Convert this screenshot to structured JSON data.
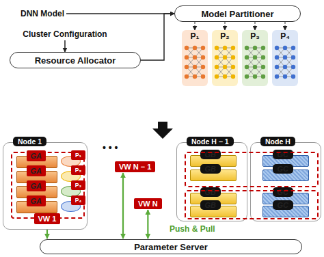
{
  "diagram": {
    "nodes": [
      {
        "text": [
          "DNN Model"
        ]
      },
      {
        "text": [
          "Model Partitioner"
        ]
      },
      {
        "text": [
          "Cluster Configuration"
        ]
      },
      {
        "text": [
          "Resource Allocator"
        ]
      },
      {
        "text": [
          "P₁"
        ]
      },
      {
        "text": [
          "P₂"
        ]
      },
      {
        "text": [
          "P₃"
        ]
      },
      {
        "text": [
          "P₄"
        ]
      },
      {
        "text": [
          "Node 1"
        ]
      },
      {
        "text": [
          "VW 1"
        ],
        "in": 8
      },
      {
        "text": [
          "GA"
        ],
        "in": 9
      },
      {
        "text": [
          "GA"
        ],
        "in": 9
      },
      {
        "text": [
          "GA"
        ],
        "in": 9
      },
      {
        "text": [
          "GA"
        ],
        "in": 9
      },
      {
        "text": [
          "P₁"
        ],
        "in": 9
      },
      {
        "text": [
          "P₂"
        ],
        "in": 9
      },
      {
        "text": [
          "P₃"
        ],
        "in": 9
      },
      {
        "text": [
          "P₄"
        ],
        "in": 9
      },
      {
        "text": [
          "Node H − 1"
        ]
      },
      {
        "text": [
          "GB"
        ],
        "in": 18
      },
      {
        "text": [
          "GB"
        ],
        "in": 18
      },
      {
        "text": [
          "GB"
        ],
        "in": 18
      },
      {
        "text": [
          "GB"
        ],
        "in": 18
      },
      {
        "text": [
          "Node H"
        ]
      },
      {
        "text": [
          "GC"
        ],
        "in": 23
      },
      {
        "text": [
          "GC"
        ],
        "in": 23
      },
      {
        "text": [
          "GC"
        ],
        "in": 23
      },
      {
        "text": [
          "GC"
        ],
        "in": 23
      },
      {
        "text": [
          "VW N − 1"
        ]
      },
      {
        "text": [
          "VW N"
        ]
      },
      {
        "text": [
          "Parameter Server"
        ]
      }
    ],
    "edges": [
      {
        "from": 0,
        "to": 1,
        "arrow": "to"
      },
      {
        "from": 3,
        "to": 1,
        "arrow": "to"
      },
      {
        "from": 2,
        "to": 3,
        "arrow": "to"
      },
      {
        "from": 1,
        "to": 4,
        "arrow": "to"
      },
      {
        "from": 1,
        "to": 5,
        "arrow": "to"
      },
      {
        "from": 1,
        "to": 6,
        "arrow": "to"
      },
      {
        "from": 1,
        "to": 7,
        "arrow": "to"
      },
      {
        "from": 14,
        "to": 15,
        "arrow": "to"
      },
      {
        "from": 15,
        "to": 16,
        "arrow": "to"
      },
      {
        "from": 16,
        "to": 17,
        "arrow": "to"
      },
      {
        "from": 9,
        "to": 30,
        "arrow": "both"
      },
      {
        "from": 28,
        "to": 30,
        "arrow": "both"
      },
      {
        "from": 29,
        "to": 30,
        "arrow": "both",
        "label": "Push & Pull"
      }
    ],
    "labels": [
      "• • •"
    ]
  }
}
